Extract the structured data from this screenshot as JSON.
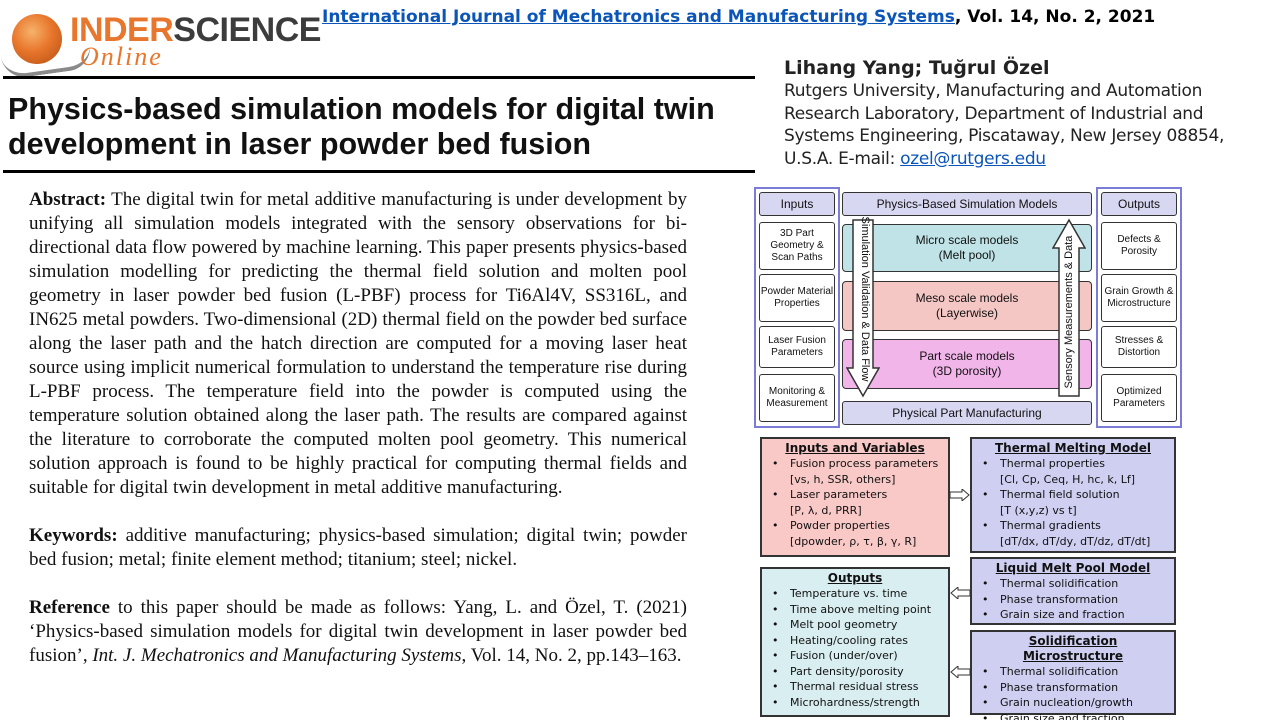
{
  "header": {
    "logo_text_1": "INDER",
    "logo_text_2": "SCIENCE",
    "logo_text_3": "Online",
    "journal_link": "International Journal of Mechatronics and Manufacturing Systems",
    "journal_issue": ", Vol. 14, No. 2, 2021"
  },
  "paper": {
    "title": "Physics-based simulation models for digital twin development in laser powder bed fusion",
    "abstract_label": "Abstract:",
    "abstract_text": " The digital twin for metal additive manufacturing is under development by unifying all simulation models integrated with the sensory observations for bi-directional data flow powered by machine learning. This paper presents physics-based simulation modelling for predicting the thermal field solution and molten pool geometry in laser powder bed fusion (L-PBF) process for Ti6Al4V, SS316L, and IN625 metal powders. Two-dimensional (2D) thermal field on the powder bed surface along the laser path and the hatch direction are computed for a moving laser heat source using implicit numerical formulation to understand the temperature rise during L-PBF process. The temperature field into the powder is computed using the temperature solution obtained along the laser path. The results are compared against the literature to corroborate the computed molten pool geometry. This numerical solution approach is found to be highly practical for computing thermal fields and suitable for digital twin development in metal additive manufacturing.",
    "keywords_label": "Keywords:",
    "keywords_text": " additive manufacturing; physics-based simulation; digital twin; powder bed fusion; metal; finite element method; titanium; steel; nickel.",
    "reference_label": "Reference",
    "reference_text_1": " to this paper should be made as follows: Yang, L. and Özel, T. (2021) ‘Physics-based simulation models for digital twin development in laser powder bed fusion’, ",
    "reference_journal": "Int. J. Mechatronics and Manufacturing Systems",
    "reference_text_2": ", Vol. 14, No. 2, pp.143–163."
  },
  "authors": {
    "names": "Lihang Yang; Tuğrul Özel",
    "affiliation": "Rutgers University, Manufacturing and Automation Research Laboratory, Department of Industrial and Systems Engineering, Piscataway, New Jersey 08854, U.S.A. E-mail: ",
    "email": "ozel@rutgers.edu"
  },
  "diagram": {
    "inputs_header": "Inputs",
    "inputs": [
      "3D Part Geometry & Scan Paths",
      "Powder Material Properties",
      "Laser Fusion Parameters",
      "Monitoring & Measurement"
    ],
    "center_header": "Physics-Based Simulation Models",
    "micro_title": "Micro scale models",
    "micro_sub": "(Melt pool)",
    "meso_title": "Meso scale models",
    "meso_sub": "(Layerwise)",
    "part_title": "Part scale models",
    "part_sub": "(3D porosity)",
    "left_arrow_label": "Simulation Validation & Data Flow",
    "right_arrow_label": "Sensory Measurements & Data",
    "bottom_box": "Physical Part Manufacturing",
    "outputs_header": "Outputs",
    "outputs": [
      "Defects & Porosity",
      "Grain Growth & Microstructure",
      "Stresses & Distortion",
      "Optimized Parameters"
    ],
    "colors": {
      "lane": "#7b7bd8",
      "micro": "#bfe3e6",
      "meso": "#f4c7c5",
      "part": "#f1b5e9",
      "header": "#d7d7f2"
    }
  },
  "panels": {
    "inputs_vars": {
      "title": "Inputs and Variables",
      "items": [
        "Fusion process parameters",
        "[vs, h, SSR, others]",
        "Laser parameters",
        "[P, λ, d, PRR]",
        "Powder properties",
        "[dpowder, ρ, τ, β, γ, R]"
      ]
    },
    "thermal": {
      "title": "Thermal Melting Model",
      "items": [
        "Thermal properties",
        "[Cl, Cp, Ceq, H, hc, k, Lf]",
        "Thermal field solution",
        "[T (x,y,z) vs t]",
        "Thermal gradients",
        "[dT/dx, dT/dy, dT/dz, dT/dt]"
      ]
    },
    "outputs": {
      "title": "Outputs",
      "items": [
        "Temperature vs. time",
        "Time above melting point",
        "Melt pool geometry",
        "Heating/cooling rates",
        "Fusion (under/over)",
        "Part density/porosity",
        "Thermal residual stress",
        "Microhardness/strength"
      ]
    },
    "liquid": {
      "title": "Liquid Melt Pool Model",
      "items": [
        "Thermal solidification",
        "Phase transformation",
        "Grain size and fraction"
      ]
    },
    "solid": {
      "title": "Solidification Microstructure",
      "items": [
        "Thermal solidification",
        "Phase transformation",
        "Grain nucleation/growth",
        "Grain size and fraction"
      ]
    },
    "colors": {
      "inputs_vars": "#f9c9c8",
      "thermal": "#cfcff2",
      "outputs": "#d9eef0",
      "liquid": "#cfcff2",
      "solid": "#cfcff2"
    }
  }
}
